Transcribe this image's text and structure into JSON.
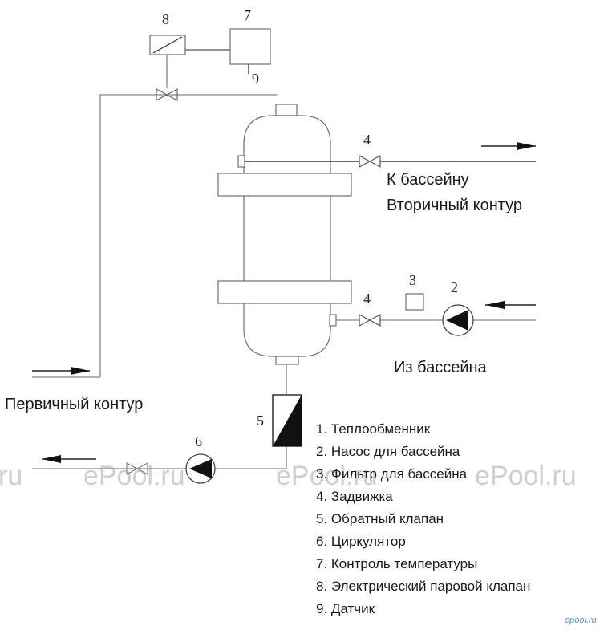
{
  "numbers": {
    "n1": "8",
    "n2": "7",
    "n3": "9",
    "n4": "4",
    "n5": "3",
    "n6": "2",
    "n7": "4",
    "n8": "5",
    "n9": "6"
  },
  "labels": {
    "to_pool": "К бассейну",
    "secondary": "Вторичный контур",
    "from_pool": "Из бассейна",
    "primary": "Первичный контур"
  },
  "legend": [
    "1. Теплообменник",
    "2. Насос для бассейна",
    "3. Фильтр для бассейна",
    "4. Задвижка",
    "5. Обратный клапан",
    "6. Циркулятор",
    "7. Контроль температуры",
    "8. Электрический паровой клапан",
    "9. Датчик"
  ],
  "watermarks": [
    "ru",
    "ePool.ru",
    "ePool.ru",
    "ePool.ru"
  ],
  "corner_mark": "epool.ru",
  "colors": {
    "pipe": "#9a9a9a",
    "symbol": "#1a1a1a",
    "watermark": "#cfcfcf"
  }
}
